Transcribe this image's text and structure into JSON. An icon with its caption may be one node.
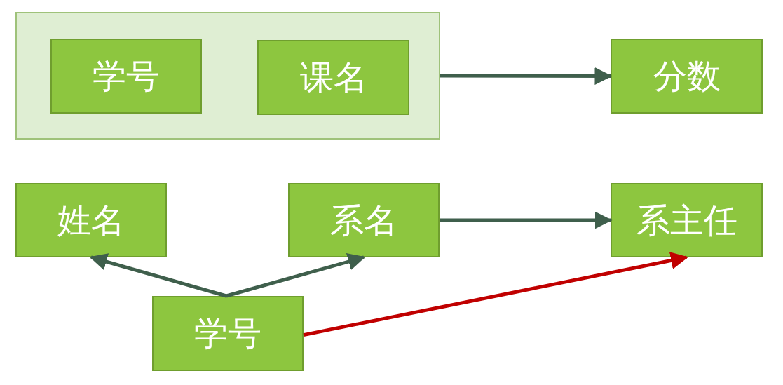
{
  "diagram": {
    "nodes": [
      {
        "text": [],
        "shape": "box"
      },
      {
        "text": [
          "学号"
        ],
        "in": 0
      },
      {
        "text": [
          "课名"
        ],
        "in": 0
      },
      {
        "text": [
          "分数"
        ]
      },
      {
        "text": [
          "姓名"
        ]
      },
      {
        "text": [
          "系名"
        ]
      },
      {
        "text": [
          "系主任"
        ]
      },
      {
        "text": [
          "学号"
        ]
      }
    ],
    "edges": [
      {
        "from": 0,
        "to": 3,
        "arrow": "to"
      },
      {
        "from": 5,
        "to": 6,
        "arrow": "to"
      },
      {
        "from": 7,
        "to": 4,
        "arrow": "to"
      },
      {
        "from": 7,
        "to": 5,
        "arrow": "to"
      },
      {
        "from": 7,
        "to": 6,
        "arrow": "to",
        "color": "#c00000"
      }
    ]
  }
}
